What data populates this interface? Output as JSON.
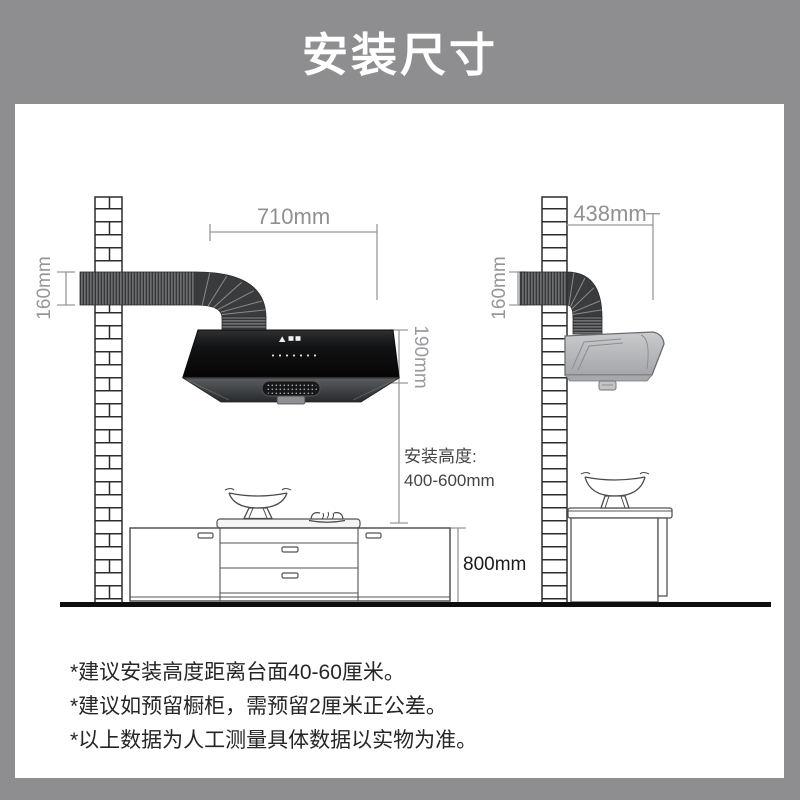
{
  "header": {
    "title": "安装尺寸"
  },
  "diagram_left": {
    "hood_width_label": "710mm",
    "duct_height_label": "160mm",
    "hood_height_label": "190mm",
    "install_height_title": "安装高度:",
    "install_height_range": "400-600mm",
    "counter_height_label": "800mm"
  },
  "diagram_right": {
    "hood_depth_label": "438mm",
    "duct_height_label": "160mm"
  },
  "notes": [
    "*建议安装高度距离台面40-60厘米。",
    "*建议如预留橱柜，需预留2厘米正公差。",
    "*以上数据为人工测量具体数据以实物为准。"
  ],
  "colors": {
    "page_background": "#8e8e90",
    "panel_background": "#ffffff",
    "title_text": "#ffffff",
    "dimension_text": "#8f9092",
    "note_text": "#262626",
    "hood_front": "#0d0e10",
    "hood_side": "#b8babc",
    "floor": "#0e0e0f"
  }
}
